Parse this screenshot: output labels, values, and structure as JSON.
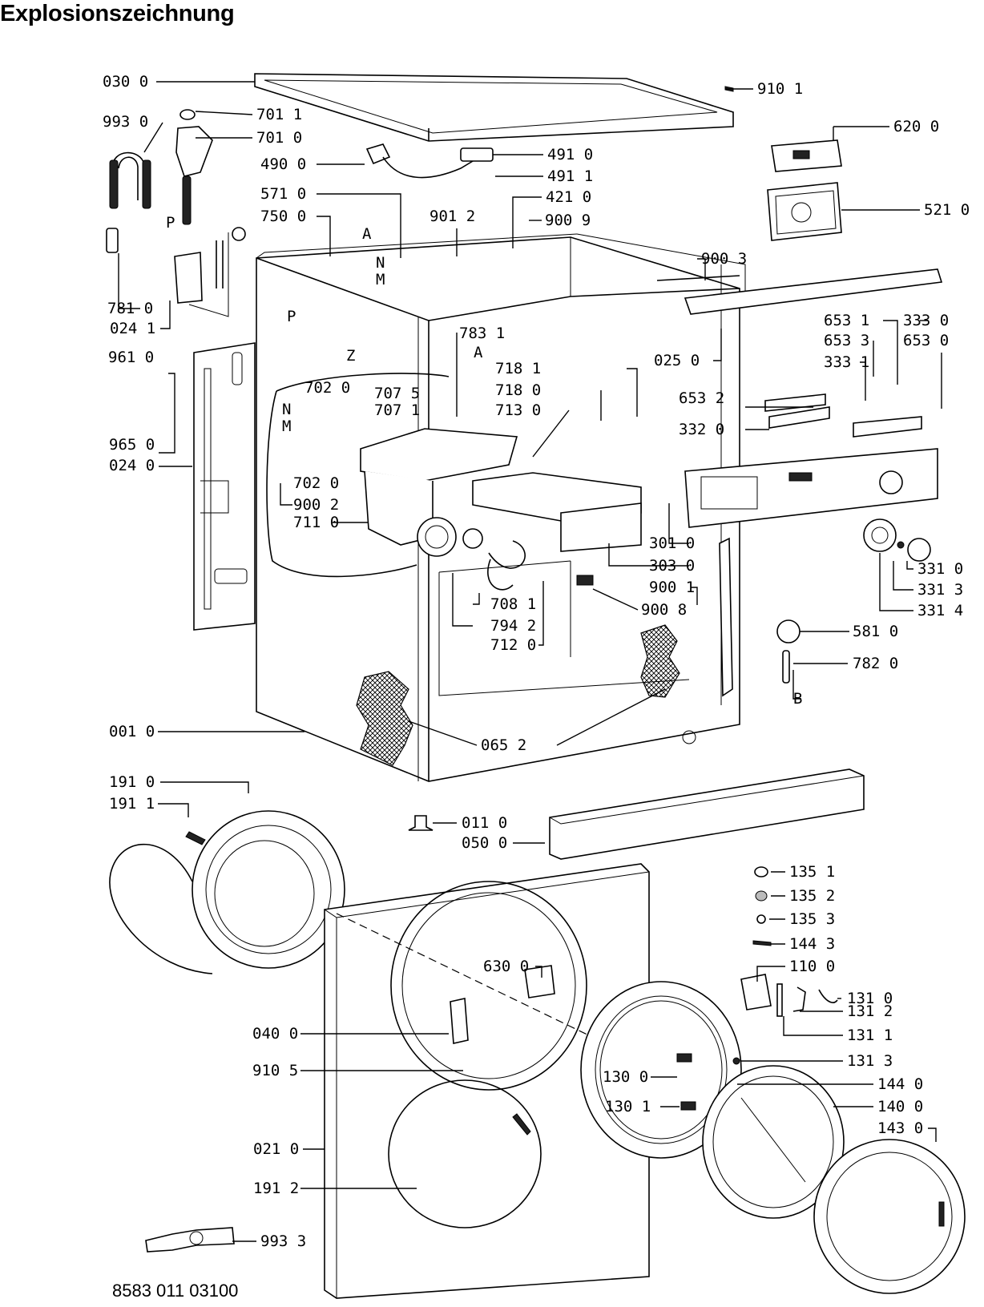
{
  "title": "Explosionszeichnung",
  "drawing_number": "8583 011 03100",
  "labels": [
    {
      "text": "030 0"
    },
    {
      "text": "910 1"
    },
    {
      "text": "993 0"
    },
    {
      "text": "701 1"
    },
    {
      "text": "701 0"
    },
    {
      "text": "620 0"
    },
    {
      "text": "490 0"
    },
    {
      "text": "491 0"
    },
    {
      "text": "491 1"
    },
    {
      "text": "571 0"
    },
    {
      "text": "421 0"
    },
    {
      "text": "521 0"
    },
    {
      "text": "750 0"
    },
    {
      "text": "901 2"
    },
    {
      "text": "900 9"
    },
    {
      "text": "A"
    },
    {
      "text": "P"
    },
    {
      "text": "900 3"
    },
    {
      "text": "N"
    },
    {
      "text": "M"
    },
    {
      "text": "781 0"
    },
    {
      "text": "P"
    },
    {
      "text": "024 1"
    },
    {
      "text": "783 1"
    },
    {
      "text": "653 1"
    },
    {
      "text": "333 0"
    },
    {
      "text": "653 3"
    },
    {
      "text": "653 0"
    },
    {
      "text": "Z"
    },
    {
      "text": "A"
    },
    {
      "text": "025 0"
    },
    {
      "text": "961 0"
    },
    {
      "text": "333 1"
    },
    {
      "text": "718 1"
    },
    {
      "text": "702 0"
    },
    {
      "text": "707 5"
    },
    {
      "text": "718 0"
    },
    {
      "text": "713 0"
    },
    {
      "text": "N"
    },
    {
      "text": "707 1"
    },
    {
      "text": "653 2"
    },
    {
      "text": "M"
    },
    {
      "text": "965 0"
    },
    {
      "text": "332 0"
    },
    {
      "text": "024 0"
    },
    {
      "text": "702 0"
    },
    {
      "text": "900 2"
    },
    {
      "text": "711 0"
    },
    {
      "text": "301 0"
    },
    {
      "text": "331 0"
    },
    {
      "text": "303 0"
    },
    {
      "text": "331 3"
    },
    {
      "text": "900 1"
    },
    {
      "text": "331 4"
    },
    {
      "text": "708 1"
    },
    {
      "text": "900 8"
    },
    {
      "text": "794 2"
    },
    {
      "text": "581 0"
    },
    {
      "text": "712 0"
    },
    {
      "text": "782 0"
    },
    {
      "text": "B"
    },
    {
      "text": "001 0"
    },
    {
      "text": "065 2"
    },
    {
      "text": "191 0"
    },
    {
      "text": "191 1"
    },
    {
      "text": "011 0"
    },
    {
      "text": "050 0"
    },
    {
      "text": "135 1"
    },
    {
      "text": "135 2"
    },
    {
      "text": "135 3"
    },
    {
      "text": "144 3"
    },
    {
      "text": "110 0"
    },
    {
      "text": "630 0"
    },
    {
      "text": "131 0"
    },
    {
      "text": "040 0"
    },
    {
      "text": "131 2"
    },
    {
      "text": "131 1"
    },
    {
      "text": "910 5"
    },
    {
      "text": "130 0"
    },
    {
      "text": "131 3"
    },
    {
      "text": "144 0"
    },
    {
      "text": "130 1"
    },
    {
      "text": "140 0"
    },
    {
      "text": "143 0"
    },
    {
      "text": "021 0"
    },
    {
      "text": "191 2"
    },
    {
      "text": "993 3"
    }
  ]
}
